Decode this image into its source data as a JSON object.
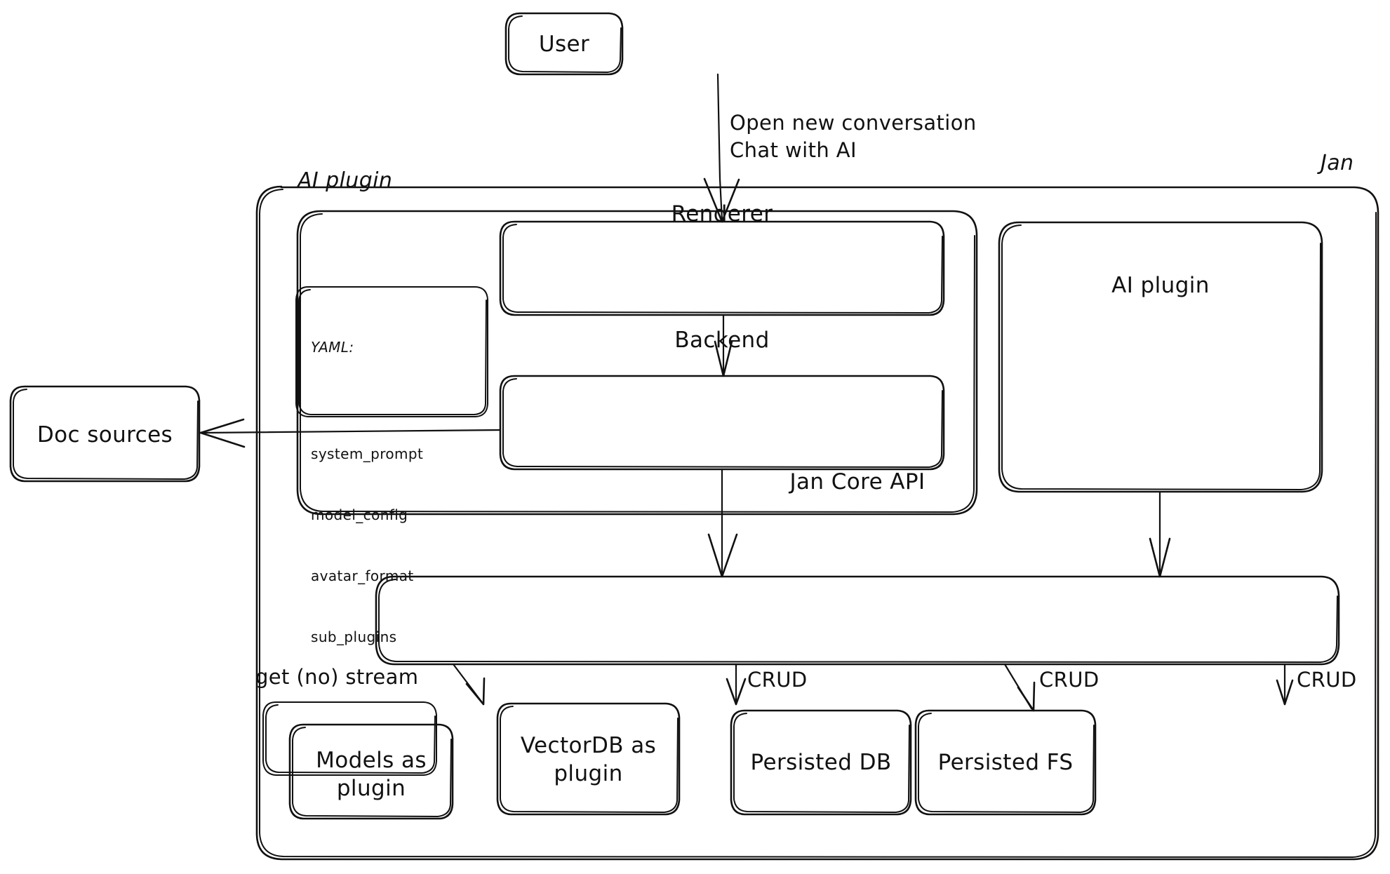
{
  "diagram": {
    "title_nodes": {
      "user": "User",
      "renderer": "Renderer",
      "backend": "Backend",
      "ai_plugin_right": "AI plugin",
      "jan_core_api": "Jan Core API",
      "doc_sources": "Doc sources",
      "models_as_plugin": "Models as\nplugin",
      "vectordb_as_plugin": "VectorDB as\nplugin",
      "persisted_db": "Persisted DB",
      "persisted_fs": "Persisted FS"
    },
    "group_labels": {
      "jan": "Jan",
      "ai_plugin": "AI plugin"
    },
    "yaml_card": {
      "header": "YAML:",
      "keys": [
        "system_prompt",
        "model_config",
        "avatar_format",
        "sub_plugins"
      ]
    },
    "edge_labels": {
      "user_to_renderer": "Open new conversation\nChat with AI",
      "api_to_models": "get (no) stream",
      "api_to_vectordb": "CRUD",
      "api_to_persisted_db": "CRUD",
      "api_to_persisted_fs": "CRUD"
    },
    "colors": {
      "stroke": "#111111",
      "background": "#ffffff"
    }
  }
}
